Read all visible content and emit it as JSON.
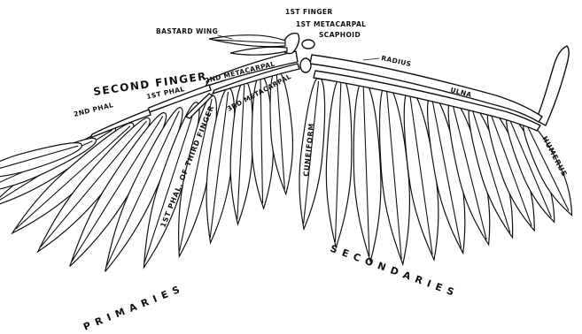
{
  "labels": {
    "bastard_wing": "BASTARD WING",
    "first_finger": "1ST FINGER",
    "first_metacarpal": "1ST METACARPAL",
    "scaphoid": "SCAPHOID",
    "radius": "RADIUS",
    "ulna": "ULNA",
    "humerus": "HUMERUS",
    "second_metacarpal": "2ND METACARPAL",
    "third_metacarpal": "3RD METACARPAL",
    "second_finger": "SECOND FINGER",
    "first_phal": "1ST PHAL",
    "second_phal": "2ND PHAL",
    "third_finger": "1ST PHAL. OF THIRD FINGER",
    "cuneiform": "CUNEIFORM",
    "primaries": "PRIMARIES",
    "secondaries": "SECONDARIES"
  },
  "colors": {
    "ink": "#111111",
    "paper": "#ffffff"
  }
}
